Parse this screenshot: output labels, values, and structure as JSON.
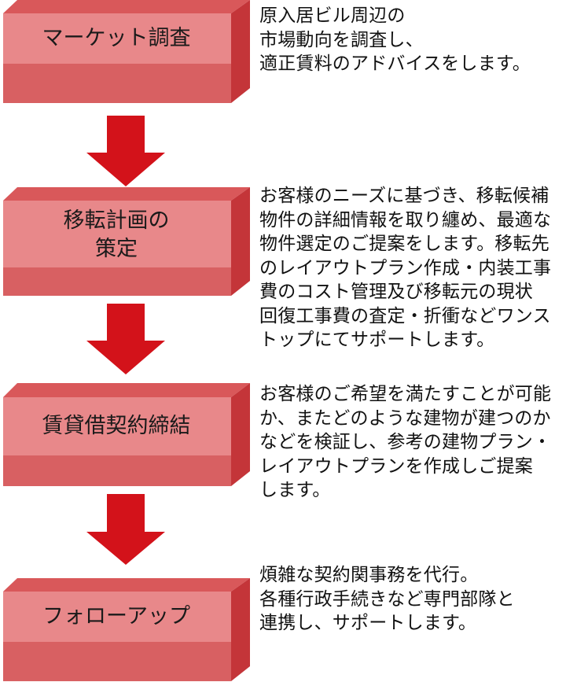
{
  "colors": {
    "box_front": "#e8888a",
    "box_top": "#d9585a",
    "box_bottom": "#d86062",
    "box_side": "#c43539",
    "arrow": "#d3121a"
  },
  "steps": [
    {
      "title": "マーケット調査",
      "description": "原入居ビル周辺の\n市場動向を調査し、\n適正賃料のアドバイスをします。"
    },
    {
      "title": "移転計画の\n策定",
      "description": "お客様のニーズに基づき、移転候補\n物件の詳細情報を取り纏め、最適な\n物件選定のご提案をします。移転先\nのレイアウトプラン作成・内装工事\n費のコスト管理及び移転元の現状\n回復工事費の査定・折衝などワンス\nトップにてサポートします。"
    },
    {
      "title": "賃貸借契約締結",
      "description": "お客様のご希望を満たすことが可能\nか、またどのような建物が建つのか\nなどを検証し、参考の建物プラン・\nレイアウトプランを作成しご提案\nします。"
    },
    {
      "title": "フォローアップ",
      "description": "煩雑な契約関事務を代行。\n各種行政手続きなど専門部隊と\n連携し、サポートします。"
    }
  ]
}
